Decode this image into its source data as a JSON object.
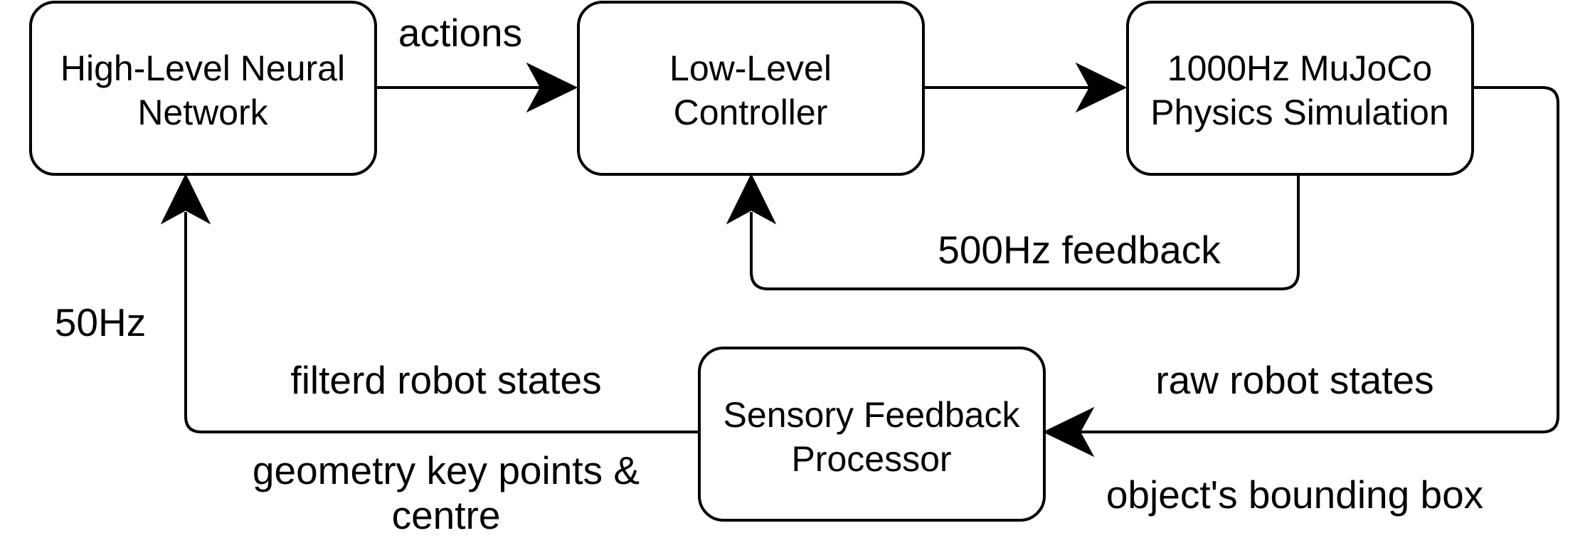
{
  "nodes": {
    "high_level": {
      "line1": "High-Level Neural",
      "line2": "Network"
    },
    "low_level": {
      "line1": "Low-Level",
      "line2": "Controller"
    },
    "physics": {
      "line1": "1000Hz MuJoCo",
      "line2": "Physics Simulation"
    },
    "sensory": {
      "line1": "Sensory Feedback",
      "line2": "Processor"
    }
  },
  "edge_labels": {
    "actions": "actions",
    "feedback_500": "500Hz feedback",
    "rate_50": "50Hz",
    "filtered": "filterd robot states",
    "geometry_line1": "geometry key points &",
    "geometry_line2": "centre",
    "raw": "raw robot states",
    "bounding_box": "object's bounding box"
  },
  "colors": {
    "stroke": "#000000",
    "fill": "#ffffff",
    "text": "#000000"
  }
}
